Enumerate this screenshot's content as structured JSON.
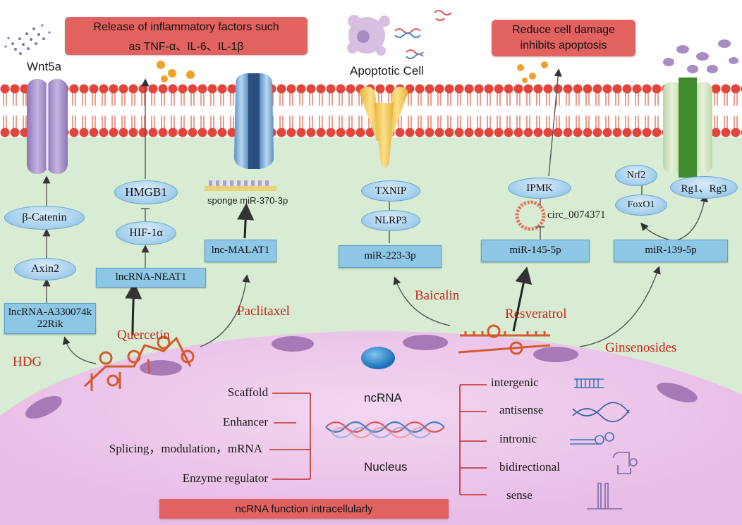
{
  "banners": {
    "inflammatory": {
      "line1": "Release of inflammatory factors such",
      "line2": "as TNF-α、IL-6、IL-1β"
    },
    "reduce": {
      "line1": "Reduce cell damage",
      "line2": "inhibits apoptosis"
    },
    "function": "ncRNA function intracellularly"
  },
  "membrane_labels": {
    "wnt5a": "Wnt5a",
    "apoptotic_cell": "Apoptotic Cell"
  },
  "pathways": {
    "hdg": {
      "drug": "HDG",
      "lnc": "lncRNA-A330074k22Rik",
      "axin2": "Axin2",
      "catenin": "β-Catenin"
    },
    "quercetin": {
      "drug": "Quercetin",
      "lnc": "lncRNA-NEAT1",
      "hif": "HIF-1α",
      "hmgb1": "HMGB1"
    },
    "paclitaxel": {
      "drug": "Paclitaxel",
      "lnc": "lnc-MALAT1",
      "sponge": "sponge miR-370-3p"
    },
    "baicalin": {
      "drug": "Baicalin",
      "mir": "miR-223-3p",
      "nlrp3": "NLRP3",
      "txnip": "TXNIP"
    },
    "resveratrol": {
      "drug": "Resveratrol",
      "mir": "miR-145-5p",
      "circ": "circ_0074371",
      "ipmk": "IPMK"
    },
    "ginsenosides": {
      "drug": "Ginsenosides",
      "mir": "miR-139-5p",
      "foxo1": "FoxO1",
      "nrf2": "Nrf2",
      "rg": "Rg1、Rg3"
    }
  },
  "nucleus": {
    "ncrna": "ncRNA",
    "nucleus": "Nucleus",
    "functions": [
      "Scaffold",
      "Enhancer",
      "Splicing，modulation，mRNA",
      "Enzyme regulator"
    ],
    "types": [
      "intergenic",
      "antisense",
      "intronic",
      "bidirectional",
      "sense"
    ]
  },
  "colors": {
    "membrane_head": "#e2453b",
    "cytoplasm": "#d7ecd2",
    "nucleus": "#ecc5ec",
    "box": "#8ec6e6",
    "drug_text": "#c8261f",
    "banner": "#e2625f"
  }
}
